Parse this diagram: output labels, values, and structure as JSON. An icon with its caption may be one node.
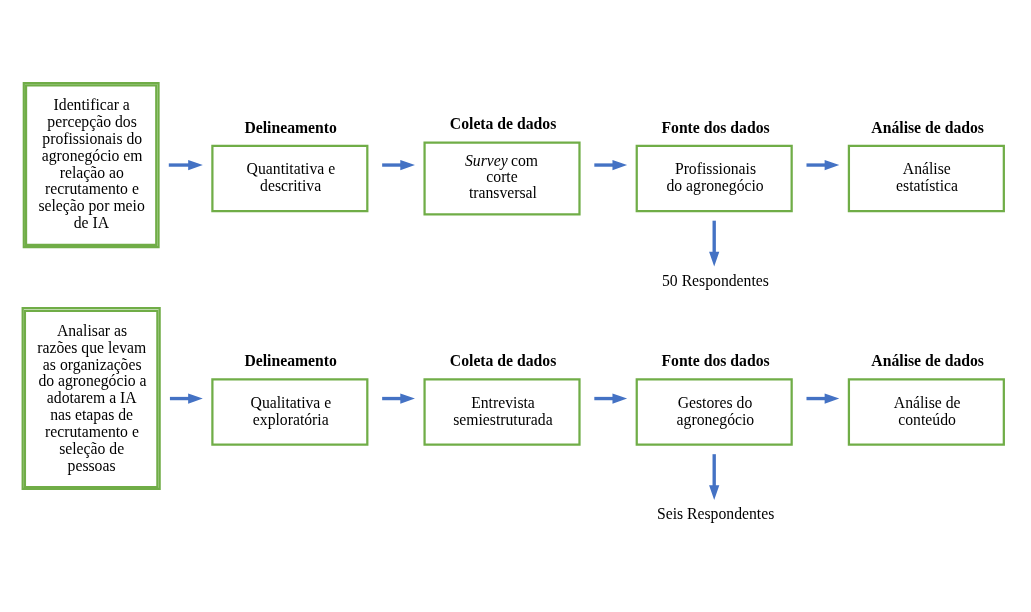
{
  "diagram": {
    "nodes": [
      {
        "text": [
          "Identificar a percepção dos profissionais do agronegócio em relação ao recrutamento e seleção por meio de IA"
        ]
      },
      {
        "text": [
          "Delineamento",
          "Quantitativa e descritiva"
        ]
      },
      {
        "text": [
          "Coleta de dados",
          "*Survey* com corte transversal"
        ]
      },
      {
        "text": [
          "Fonte dos dados",
          "Profissionais do agronegócio"
        ]
      },
      {
        "text": [
          "Análise de dados",
          "Análise estatística"
        ]
      },
      {
        "text": [
          "50 Respondentes"
        ]
      },
      {
        "text": [
          "Analisar as razões que levam as organizações do agronegócio a adotarem a IA nas etapas de recrutamento e seleção de pessoas"
        ]
      },
      {
        "text": [
          "Delineamento",
          "Qualitativa e exploratória"
        ]
      },
      {
        "text": [
          "Coleta de dados",
          "Entrevista semiestruturada"
        ]
      },
      {
        "text": [
          "Fonte dos dados",
          "Gestores do agronegócio"
        ]
      },
      {
        "text": [
          "Análise de dados",
          "Análise de conteúdo"
        ]
      },
      {
        "text": [
          "Seis Respondentes"
        ]
      }
    ],
    "edges": [
      {
        "from": 0,
        "to": 1,
        "arrow": "to"
      },
      {
        "from": 1,
        "to": 2,
        "arrow": "to"
      },
      {
        "from": 2,
        "to": 3,
        "arrow": "to"
      },
      {
        "from": 3,
        "to": 4,
        "arrow": "to"
      },
      {
        "from": 3,
        "to": 5,
        "arrow": "to"
      },
      {
        "from": 6,
        "to": 7,
        "arrow": "to"
      },
      {
        "from": 7,
        "to": 8,
        "arrow": "to"
      },
      {
        "from": 8,
        "to": 9,
        "arrow": "to"
      },
      {
        "from": 9,
        "to": 10,
        "arrow": "to"
      },
      {
        "from": 9,
        "to": 11,
        "arrow": "to"
      }
    ]
  }
}
